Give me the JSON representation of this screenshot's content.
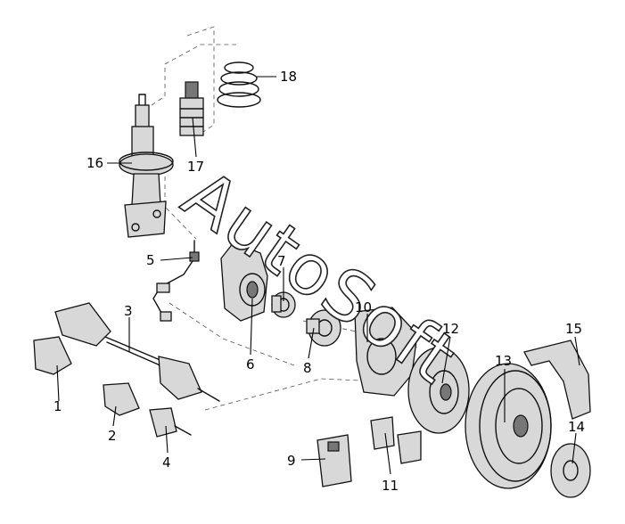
{
  "watermark": "AutoSoft",
  "callouts": [
    "1",
    "2",
    "3",
    "4",
    "5",
    "6",
    "7",
    "8",
    "9",
    "10",
    "11",
    "12",
    "13",
    "14",
    "15",
    "16",
    "17",
    "18"
  ],
  "colors": {
    "ink": "#111111",
    "paper": "#ffffff",
    "shade": "#d8d8d8"
  }
}
